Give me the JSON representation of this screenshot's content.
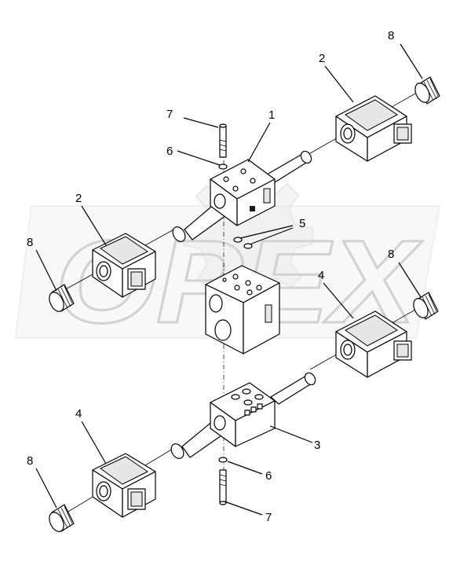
{
  "callouts": {
    "c1": "1",
    "c2_top": "2",
    "c2_left": "2",
    "c3": "3",
    "c4_right": "4",
    "c4_left": "4",
    "c5": "5",
    "c6_top": "6",
    "c6_bottom": "6",
    "c7_top": "7",
    "c7_bottom": "7",
    "c8_top": "8",
    "c8_left": "8",
    "c8_right": "8",
    "c8_bottom": "8"
  },
  "watermark": {
    "text": "OPEX"
  },
  "colors": {
    "line": "#000000",
    "watermark": "#d4d4d4",
    "background": "#ffffff"
  }
}
